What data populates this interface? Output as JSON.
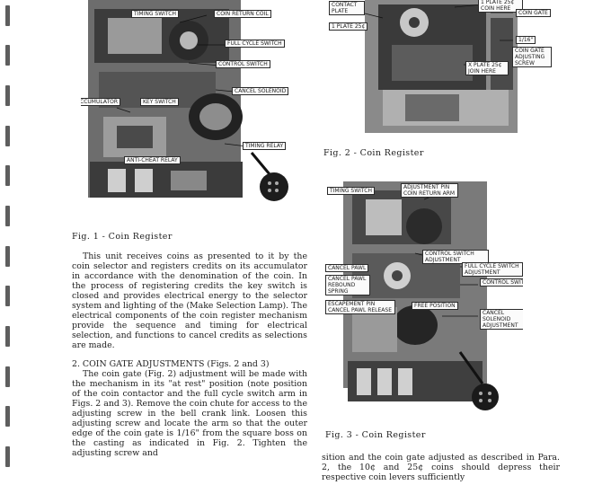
{
  "fig1": {
    "labels": {
      "timing_switch": "TIMING SWITCH",
      "coin_return_coil": "COIN RETURN COIL",
      "full_cycle_switch": "FULL CYCLE SWITCH",
      "control_switch": "CONTROL SWITCH",
      "cancel_solenoid": "CANCEL SOLENOID",
      "accumulator": "ACCUMULATOR",
      "key_switch": "KEY SWITCH",
      "timing_relay": "TIMING RELAY",
      "anti_cheat_relay": "ANTI-CHEAT RELAY"
    },
    "caption": "Fig. 1 - Coin Register"
  },
  "fig2": {
    "labels": {
      "contact_plate": "CONTACT PLATE",
      "plate_25_left": "1 PLATE 25¢",
      "plate_25_top": "1 PLATE 25¢ COIN HERE",
      "coin_gate": "COIN GATE",
      "sixteenth": "1/16\"",
      "adjusting_screw": "COIN GATE ADJUSTING SCREW",
      "plate_25_join": "X PLATE 25¢ JOIN HERE"
    },
    "caption": "Fig. 2 - Coin Register"
  },
  "fig3": {
    "labels": {
      "timing_switch": "TIMING SWITCH",
      "adjustment_pin": "ADJUSTMENT PIN COIN RETURN ARM",
      "control_switch_adjustment": "CONTROL SWITCH ADJUSTMENT",
      "cancel_pawl": "CANCEL PAWL",
      "full_cycle_adjustment": "FULL CYCLE SWITCH ADJUSTMENT",
      "cancel_pawl_rebound": "CANCEL PAWL REBOUND SPRING",
      "control_switch": "CONTROL SWITCH",
      "escapement_pin": "ESCAPEMENT PIN CANCEL PAWL RELEASE",
      "free_position": "FREE POSITION",
      "cancel_solenoid_adjustment": "CANCEL SOLENOID ADJUSTMENT"
    },
    "caption": "Fig. 3 - Coin Register"
  },
  "text": {
    "intro": "This unit receives coins as presented to it by the coin selector and registers credits on its accumulator in accordance with the denomination of the coin. In the process of registering credits the key switch is closed and provides electrical energy to the selector system and lighting of the (Make Selection Lamp). The electrical components of the coin register mechanism provide the sequence and timing for electrical selection, and functions to cancel credits as selections are made.",
    "section_heading": "2. COIN GATE ADJUSTMENTS (Figs. 2 and 3)",
    "section_body": "The coin gate (Fig. 2) adjustment will be made with the mechanism in its \"at rest\" position (note position of the coin contactor and the full cycle switch arm in Figs. 2 and 3). Remove the coin chute for access to the adjusting screw in the bell crank link. Loosen this adjusting screw and locate the arm so that the outer edge of the coin gate is 1/16\" from the square boss on the casting as indicated in Fig. 2. Tighten the adjusting screw and",
    "right_col": "sition and the coin gate adjusted as described in Para. 2, the 10¢ and 25¢ coins should depress their respective coin levers sufficiently"
  }
}
